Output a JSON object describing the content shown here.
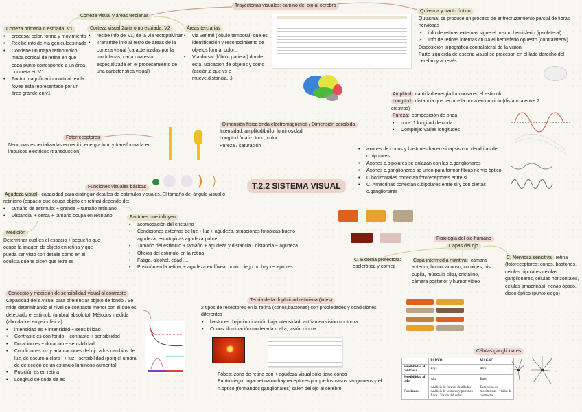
{
  "title": "T.2.2 SISTEMA VISUAL",
  "trayectorias": {
    "label": "Trayectorias visuales: camino del ojo al cerebro"
  },
  "corteza": {
    "label": "Corteza visual y áreas terciarias",
    "v1": {
      "label": "Corteza primaria o estriada: V1",
      "items": [
        "procesa: color, forma y movimiento",
        "Recibe info de vía geniculoestriada",
        "Contiene un mapa retinotopico: mapa cortical de retina en que cada punto corresponde a un área concreta en V1",
        "Factor magnificacioncortical: en la fovea esta representado por un área grande en v1"
      ]
    },
    "v2": {
      "label": "Corteza visual 2aria o no estriada: V2",
      "items": [
        "recibe info del v1, de la vía tectopulvinar",
        "Transmite info al resto de áreas de la corteza visual (caracterizadas por la modularias: cada una esta especializada en el procesamiento de una caracteristica visual)"
      ]
    },
    "terciarias": {
      "label": "Áreas terciarias",
      "items": [
        "vía ventral (lóbulo temporal) que es, identificación y reconocimiento de objetos forma, color...",
        "Vía dorsal (lóbulo parietal) donde esta, ubicación de objetos y como (acción,a que vs e mueve,distancia...)"
      ]
    }
  },
  "quiasma": {
    "label": "Quiasma y tracto óptico",
    "lines": [
      "Quiasma: se produce un proceso de entrecruzamiento parcial de fibras nerviosas"
    ],
    "items": [
      "info de retinas externas sigue el mismo hemisferio (ipsolateral)",
      "Info de retinas internas cruza el hemisferio opuesto (contralateral)"
    ],
    "after": [
      "Disposición topográfica contralateral de la visión",
      "Parte izquierda de escena visual se procesan en el lado derecho del cerebro y al revés"
    ]
  },
  "onda": {
    "amplitud_label": "Amplitud:",
    "amplitud": " cantidad energía luminosa en el estimulo",
    "longitud_label": "Longitud:",
    "longitud": " distancia que recorre la onda en un ciclo (distancia entre 2 crestras)",
    "pureza_label": "Pureza:",
    "pureza": " composición de onda",
    "items": [
      "pura: 1 longitud de onda",
      "Compleja: varias longitudes"
    ]
  },
  "dimension": {
    "label": "Dimensión física onda electromagnética / Dimensión percibida",
    "lines": [
      "Intensidad, amplitud/brillo, luminosidad",
      "Longitud /matiz, tono, color",
      "Pureza / saturación"
    ]
  },
  "fotorreceptores": {
    "label": "Fotorreceptores",
    "text": "Neuronas especializadas en recibir energia lumi y transformarla en impulsos eléctricos (transduccion)"
  },
  "conexiones": {
    "items": [
      "axones de conos y bastones hacen sinapsis con dendritas de c.bipolares",
      "Axones c.bipolares se enlazan con las c.ganglionares",
      "Axones c.ganglionares se unen para formar fibras nervio óptico",
      "C.horizontales conectan fotoreceptores entre si",
      "C. Amacrinas conectan c.bipolares entre si y con ciertas c.ganglionares"
    ]
  },
  "funciones": {
    "label": "Funciones visuales básicas",
    "agudeza_label": "Agudeza visual:",
    "agudeza": " capacidad para distinguir detalles de estimulos visuales. El tamaño del ángulo visual o retiniano (espacio que ocupa objeto en retina) depende de:",
    "items": [
      "tamaño de estimulo: + grande + tamaño retiniano",
      "Distancia: + cerca + tamaño ocupa en retiniano"
    ]
  },
  "medicion": {
    "label": "Medición",
    "text": "Determinar cual es el espacio + pequeño que ocupa la imagen de objeto en retina y que pueda ser visto con detalle como en el oculista que te dicen que letra es"
  },
  "factores": {
    "label": "Factores que influyen",
    "items": [
      "acomodación del cristalino",
      "Condiciones externas de luz + luz + agudeza, situaciones fotopicas bueno agudeza, escotopicas agudeza pobre",
      "Tamaño del estimulo + tamaño + agudeza y distancia - distancia + agudeza",
      "Oficios del estimulo en la retina",
      "Fatiga, alcohol, edad ....",
      "Posición en la retina, + agudeza en fóvea, punto ciego no hay receptores"
    ]
  },
  "fisiologia": {
    "label": "Fisiología del ojo humano",
    "capas": "Capas del ojo",
    "externa_label": "C. Externa protectora:",
    "externa": "esclerótica y cornea",
    "intermedia_label": "Capa intermedia nutritiva:",
    "intermedia": " cámara anterior, humor acuoso, coroides, iris, pupila, músculo ciliar, cristalino, cámara posterior y humor vítreo",
    "nerviosa_label": "C. Nerviosa sensitiva:",
    "nerviosa": " retina (fotoreceptores: conos, bastones, células bipolares,células ganglionares, células horizontales, células amacrinas), nervio óptico, disco óptico (punto ciego)"
  },
  "contraste": {
    "label": "Concepto y medición de sensibilidad visual al contraste",
    "text": "Capacidad del s.visual para diferenciar objeto de fondo . Se mide determinando el nivel de contraste menor con el que es detectado el estimulo (umbral absoluto). Métodos medida (abordados en psicofisica)",
    "items": [
      "intensidad es + intensidad + sensibilidad",
      "Contraste es con fondo + contraste + sensibilidad",
      "Duración es + duración + sensibilidad",
      "Condiciones luz y adaptaciones del ojo a los cambios de luz, de oscuro a claro . + luz - sensibilidad (porq el umbral de detección de un estimulo luminoso aumenta)",
      "Posición es en retina",
      "Longitud de onda de es"
    ]
  },
  "duplicidad": {
    "label": "Teoría de la duplicidad retiniana (kries)",
    "text": "2 tipos de receptores en la retina (conos,bastones) con propiedades y condiciones diferentes",
    "items": [
      "bastones: bajo iluminación baja intensidad, actúan en visión nocturna",
      "Conos: iluminación moderada o alta, visión diurna"
    ],
    "lines": [
      "Fóbea: zona de retina con + agudeza visual solo tiene conos",
      "Punto ciego: lugar retina no hay receptores porque los vasos sanguineos y el n.optico (formandoc ganglionares) salen del ojo al cerebro"
    ]
  },
  "ganglionares": {
    "label": "Células ganglionares",
    "headers": [
      "",
      "PARVO",
      "MAGNO"
    ],
    "rows": [
      [
        "Sensibilidad al contraste",
        "Baja",
        "Alta"
      ],
      [
        "Sensibilidad al color",
        "Alta",
        "Baja"
      ],
      [
        "Funciones",
        "Análisis de formas detalladas Análisis de texturas y patrones finos , Visión del color",
        "Detección de movimiento , visión de contrastes"
      ]
    ]
  },
  "colors": {
    "pill_green": "#e6e4cc",
    "pill_pink": "#ecd8d0",
    "orange": "#e0601e",
    "amber": "#e8a030",
    "tan": "#b8a488",
    "brown": "#7a1e10"
  }
}
